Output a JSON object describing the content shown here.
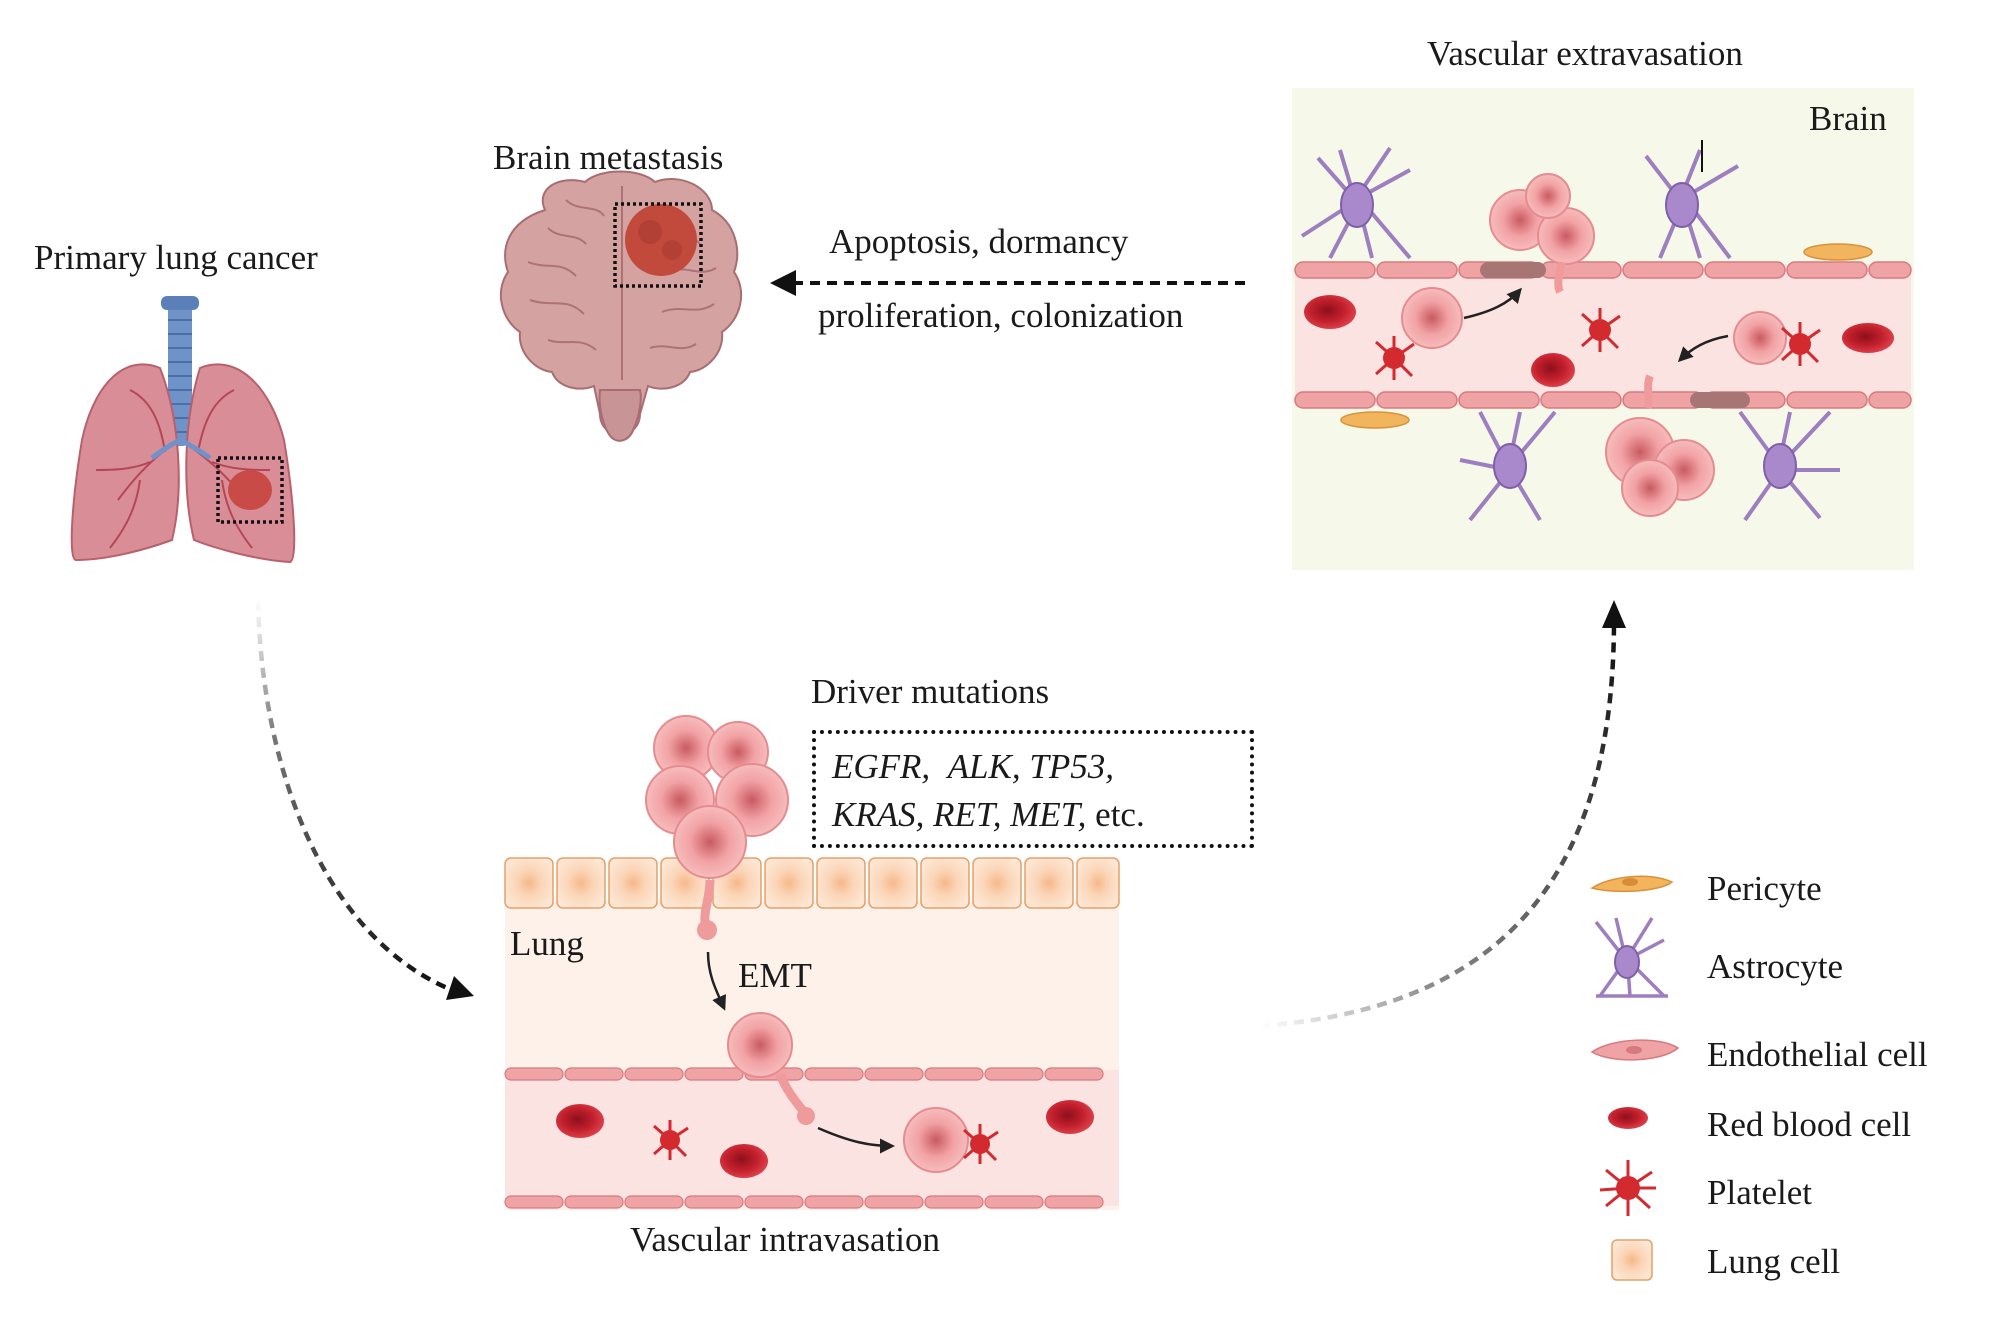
{
  "labels": {
    "primary_lung_cancer": "Primary lung cancer",
    "brain_metastasis": "Brain metastasis",
    "vascular_extravasation": "Vascular extravasation",
    "brain": "Brain",
    "arrow_line1": "Apoptosis, dormancy",
    "arrow_line2": "proliferation, colonization",
    "driver_mutations": "Driver mutations",
    "lung": "Lung",
    "emt": "EMT",
    "vascular_intravasation": "Vascular intravasation"
  },
  "mutations": {
    "line1": [
      "EGFR,",
      "ALK,",
      "TP53,"
    ],
    "line2": [
      "KRAS,",
      "RET,",
      "MET,"
    ],
    "etc": "etc."
  },
  "legend": [
    {
      "label": "Pericyte",
      "icon": "pericyte-icon"
    },
    {
      "label": "Astrocyte",
      "icon": "astrocyte-icon"
    },
    {
      "label": "Endothelial cell",
      "icon": "endothelial-cell-icon"
    },
    {
      "label": "Red blood cell",
      "icon": "red-blood-cell-icon"
    },
    {
      "label": "Platelet",
      "icon": "platelet-icon"
    },
    {
      "label": "Lung cell",
      "icon": "lung-cell-icon"
    }
  ],
  "colors": {
    "brain_panel_bg": "#f6f8ea",
    "lung_panel_bg": "#fdf1ea",
    "vessel_fill": "#fbe3e1",
    "endothelial": "#f0a3a5",
    "red_blood_cell": "#c8202e",
    "platelet": "#d32a2f",
    "astrocyte": "#9d7fc0",
    "pericyte": "#f2b55e",
    "tumor": "#ef9b9c",
    "lung_tissue": "#c9737d",
    "trachea": "#6f93c8"
  }
}
